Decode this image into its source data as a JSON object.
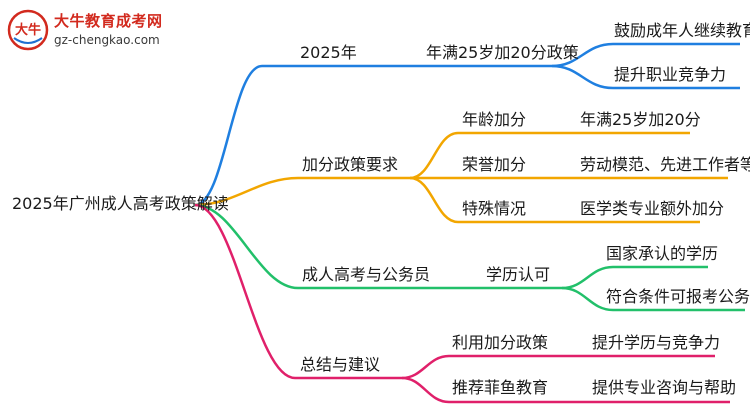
{
  "logo": {
    "title": "大牛教育成考网",
    "url": "gz-chengkao.com",
    "mark_text": "大牛"
  },
  "root": "2025年广州成人高考政策解读",
  "colors": {
    "blue": "#1f7fe0",
    "orange": "#f2a600",
    "green": "#22c06a",
    "pink": "#e0206a"
  },
  "branches": [
    {
      "label": "2025年",
      "children": [
        {
          "label": "年满25岁加20分政策",
          "children": [
            "鼓励成年人继续教育",
            "提升职业竞争力"
          ]
        }
      ]
    },
    {
      "label": "加分政策要求",
      "children": [
        {
          "label": "年龄加分",
          "children": [
            "年满25岁加20分"
          ]
        },
        {
          "label": "荣誉加分",
          "children": [
            "劳动模范、先进工作者等"
          ]
        },
        {
          "label": "特殊情况",
          "children": [
            "医学类专业额外加分"
          ]
        }
      ]
    },
    {
      "label": "成人高考与公务员",
      "children": [
        {
          "label": "学历认可",
          "children": [
            "国家承认的学历",
            "符合条件可报考公务员"
          ]
        }
      ]
    },
    {
      "label": "总结与建议",
      "children": [
        {
          "label": "利用加分政策",
          "children": [
            "提升学历与竞争力"
          ]
        },
        {
          "label": "推荐菲鱼教育",
          "children": [
            "提供专业咨询与帮助"
          ]
        }
      ]
    }
  ]
}
